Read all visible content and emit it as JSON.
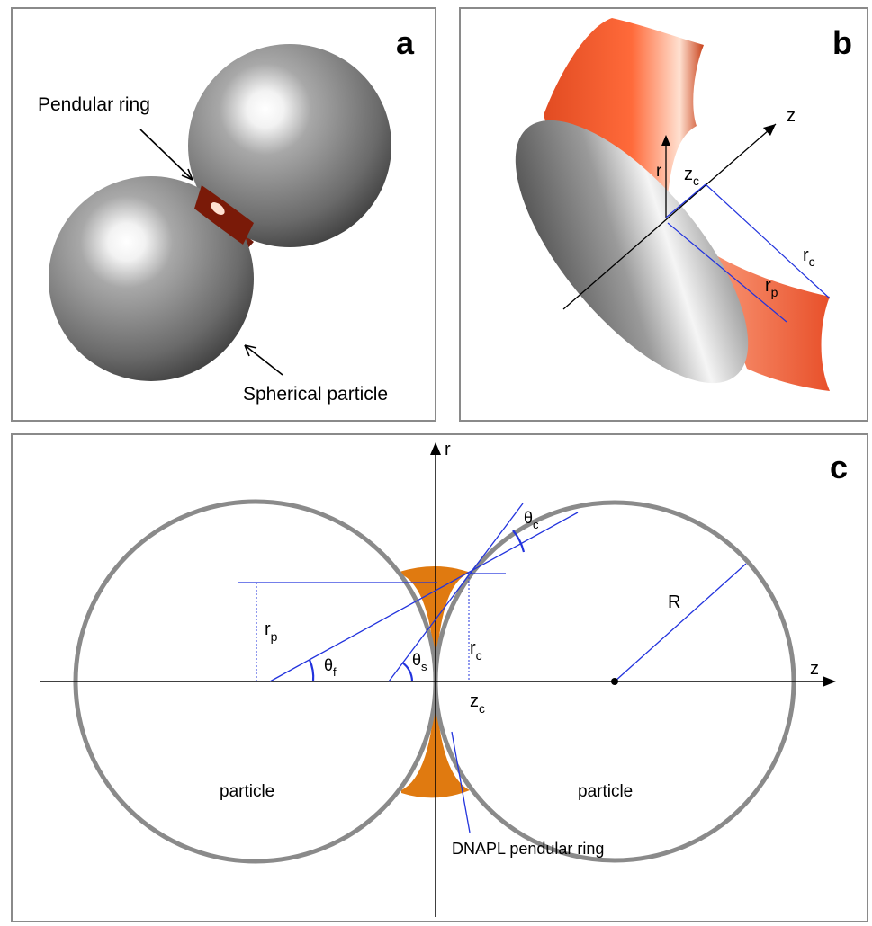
{
  "panels": {
    "a": {
      "letter": "a",
      "callouts": {
        "ring": "Pendular ring",
        "particle": "Spherical particle"
      }
    },
    "b": {
      "letter": "b",
      "labels": {
        "z": "z",
        "r": "r",
        "zc_main": "z",
        "zc_sub": "c",
        "rc_main": "r",
        "rc_sub": "c",
        "rp_main": "r",
        "rp_sub": "p"
      }
    },
    "c": {
      "letter": "c",
      "axes": {
        "r": "r",
        "z": "z"
      },
      "labels": {
        "rp_main": "r",
        "rp_sub": "p",
        "rc_main": "r",
        "rc_sub": "c",
        "zc_main": "z",
        "zc_sub": "c",
        "theta_f_main": "θ",
        "theta_f_sub": "f",
        "theta_s_main": "θ",
        "theta_s_sub": "s",
        "theta_c_main": "θ",
        "theta_c_sub": "c",
        "R": "R",
        "particle_left": "particle",
        "particle_right": "particle",
        "ring": "DNAPL pendular ring"
      }
    }
  },
  "colors": {
    "geometry_lines": "#2233dd",
    "ring_fill": "#e07a10",
    "ring_3d": "#e8502a",
    "circle_stroke": "#8a8a8a",
    "panel_border": "#8a8a8a"
  }
}
